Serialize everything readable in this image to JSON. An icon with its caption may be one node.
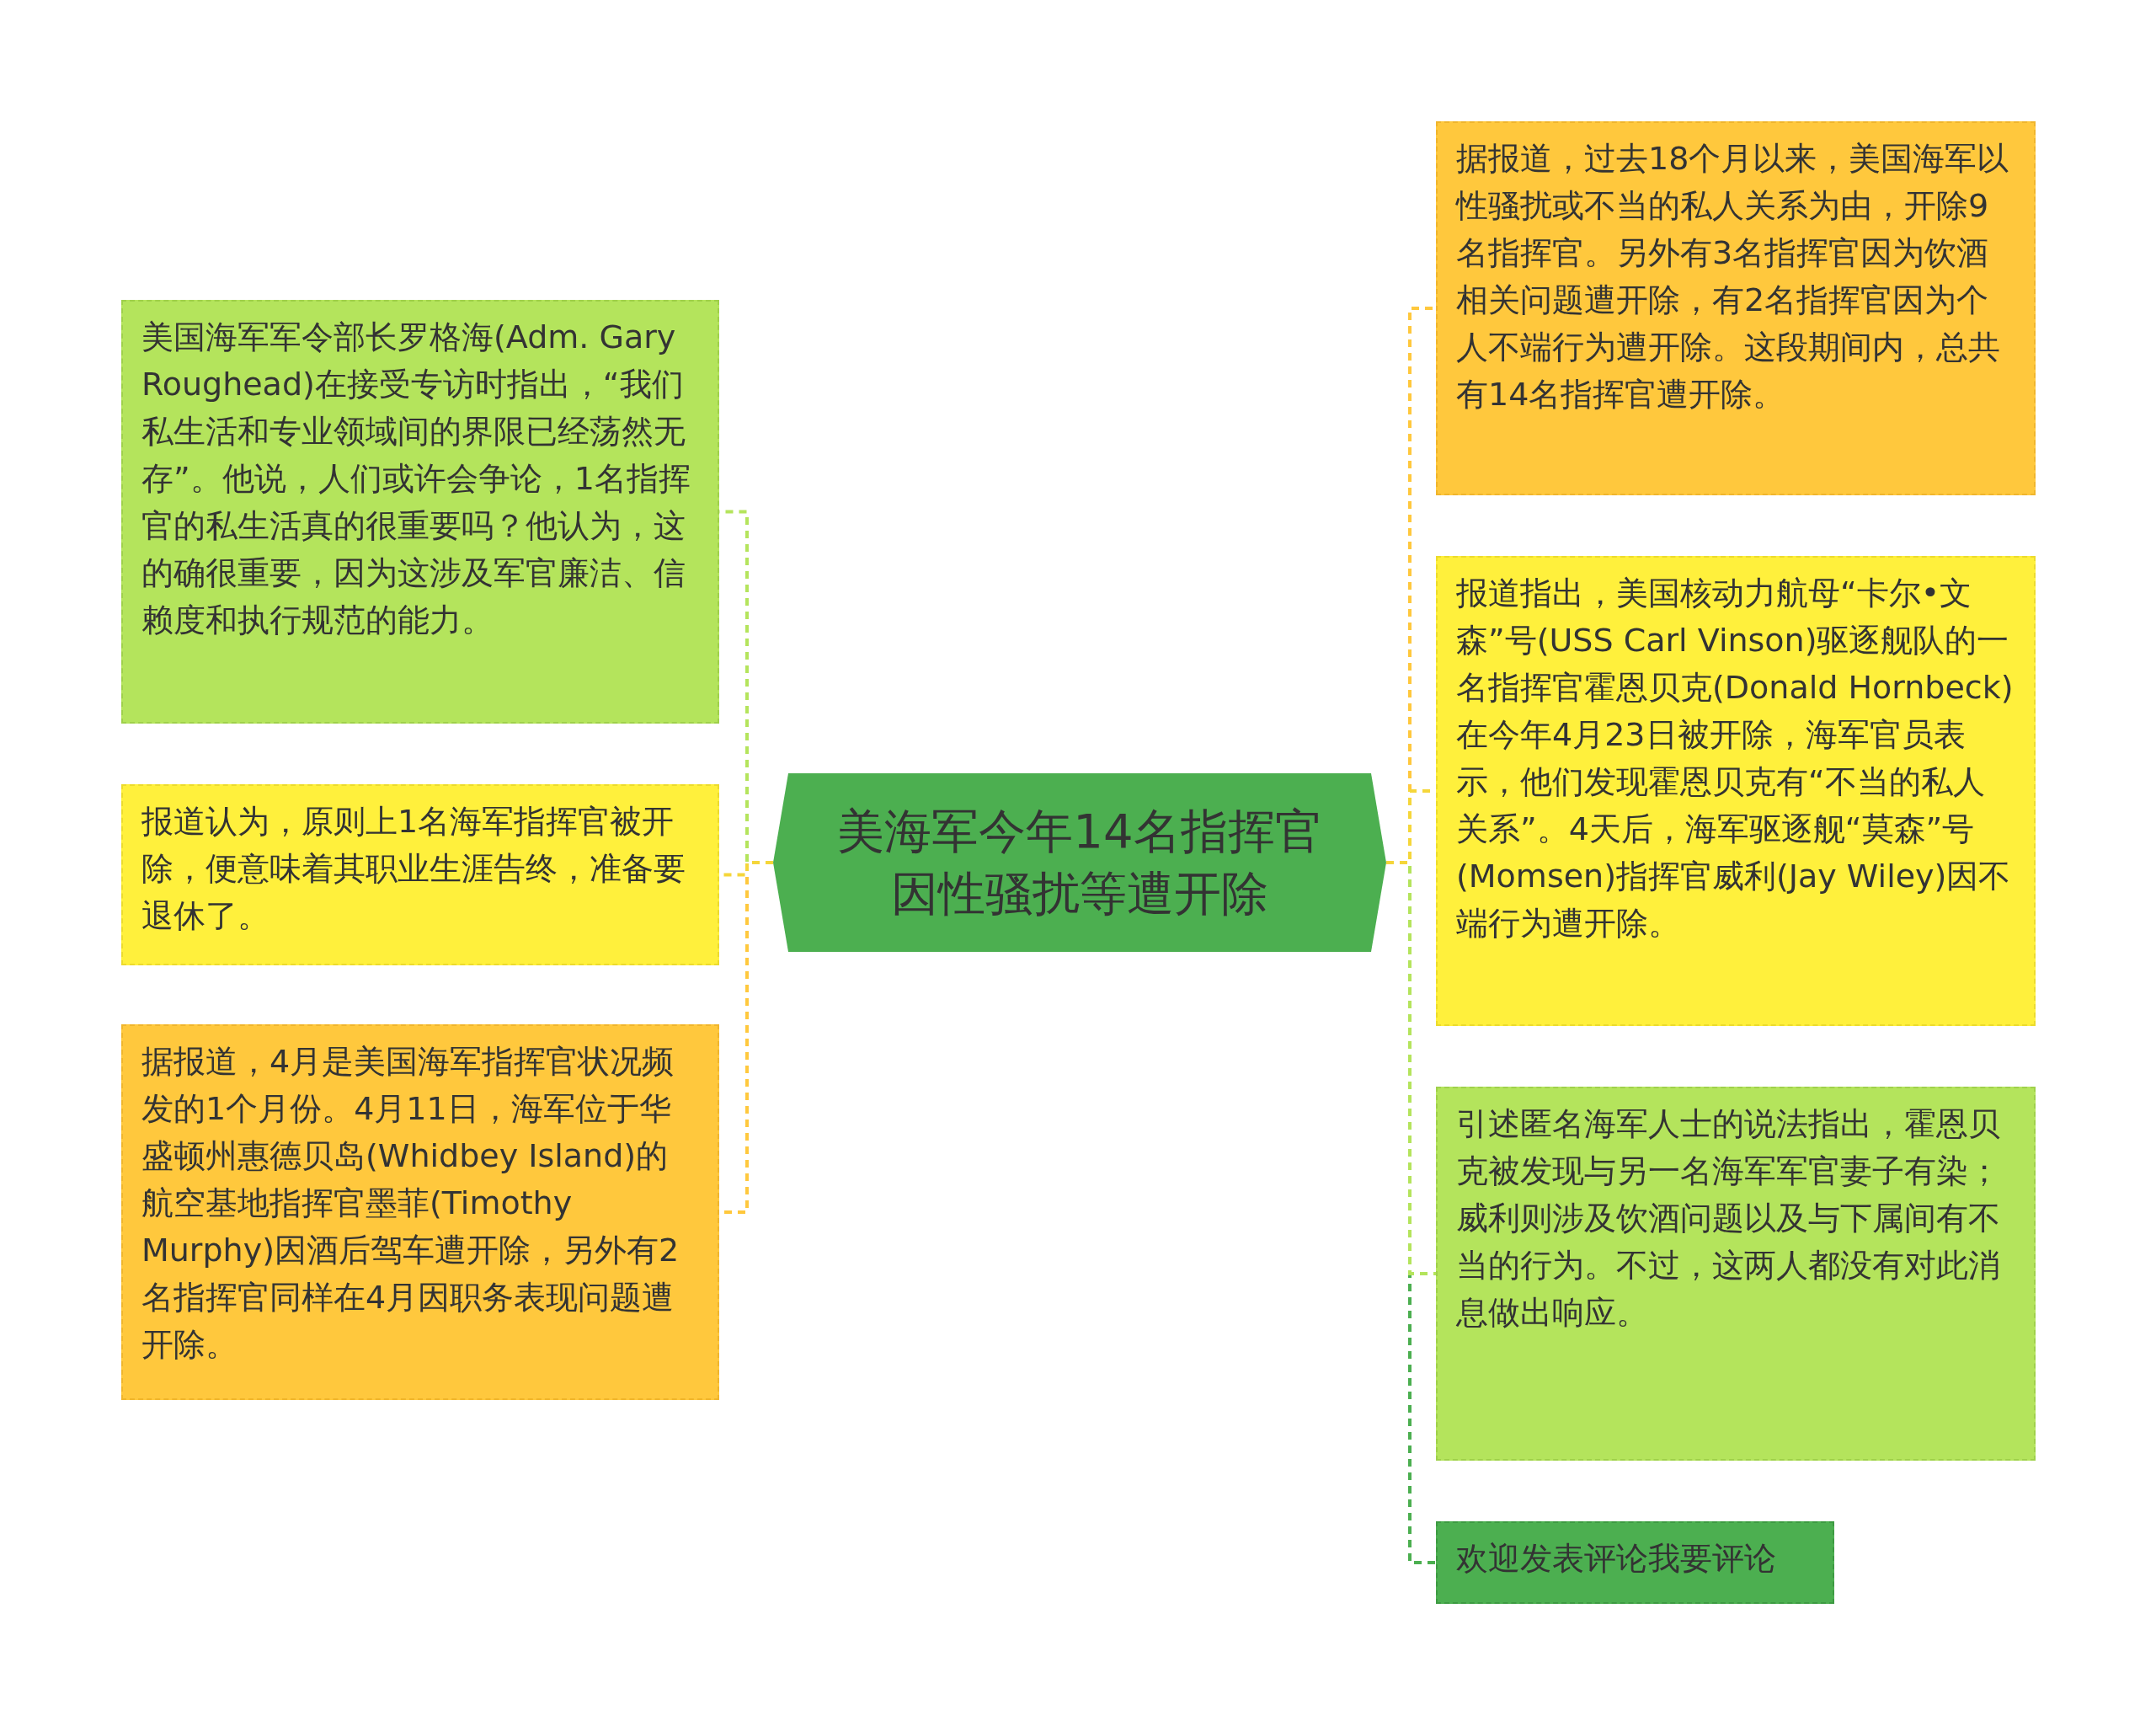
{
  "diagram": {
    "nodes": [
      {
        "text": [
          "美海军今年14名指挥官因性骚扰等遭开除"
        ]
      },
      {
        "text": [
          "美国海军军令部长罗格海(Adm. Gary Roughead)在接受专访时指出，“我们私生活和专业领域间的界限已经荡然无存”。他说，人们或许会争论，1名指挥官的私生活真的很重要吗？他认为，这的确很重要，因为这涉及军官廉洁、信赖度和执行规范的能力。"
        ]
      },
      {
        "text": [
          "报道认为，原则上1名海军指挥官被开除，便意味着其职业生涯告终，准备要退休了。"
        ]
      },
      {
        "text": [
          "据报道，4月是美国海军指挥官状况频发的1个月份。4月11日，海军位于华盛顿州惠德贝岛(Whidbey Island)的航空基地指挥官墨菲(Timothy Murphy)因酒后驾车遭开除，另外有2名指挥官同样在4月因职务表现问题遭开除。"
        ]
      },
      {
        "text": [
          "据报道，过去18个月以来，美国海军以性骚扰或不当的私人关系为由，开除9名指挥官。另外有3名指挥官因为饮酒相关问题遭开除，有2名指挥官因为个人不端行为遭开除。这段期间内，总共有14名指挥官遭开除。"
        ]
      },
      {
        "text": [
          "报道指出，美国核动力航母“卡尔•文森”号(USS Carl Vinson)驱逐舰队的一名指挥官霍恩贝克(Donald Hornbeck)在今年4月23日被开除，海军官员表示，他们发现霍恩贝克有“不当的私人关系”。4天后，海军驱逐舰“莫森”号(Momsen)指挥官威利(Jay Wiley)因不端行为遭开除。"
        ]
      },
      {
        "text": [
          "引述匿名海军人士的说法指出，霍恩贝克被发现与另一名海军军官妻子有染；威利则涉及饮酒问题以及与下属间有不当的行为。不过，这两人都没有对此消息做出响应。"
        ]
      },
      {
        "text": [
          "欢迎发表评论我要评论"
        ]
      }
    ],
    "edges": [
      {
        "from": 0,
        "to": 1,
        "arrow": "none",
        "style": "dashed",
        "color": "#b4e45c"
      },
      {
        "from": 0,
        "to": 2,
        "arrow": "none",
        "style": "dashed",
        "color": "#f5d63a"
      },
      {
        "from": 0,
        "to": 3,
        "arrow": "none",
        "style": "dashed",
        "color": "#ffc83d"
      },
      {
        "from": 0,
        "to": 4,
        "arrow": "none",
        "style": "dashed",
        "color": "#ffc83d"
      },
      {
        "from": 0,
        "to": 5,
        "arrow": "none",
        "style": "dashed",
        "color": "#f5d63a"
      },
      {
        "from": 0,
        "to": 6,
        "arrow": "none",
        "style": "dashed",
        "color": "#b4e45c"
      },
      {
        "from": 0,
        "to": 7,
        "arrow": "none",
        "style": "dashed",
        "color": "#4caf50"
      }
    ]
  }
}
